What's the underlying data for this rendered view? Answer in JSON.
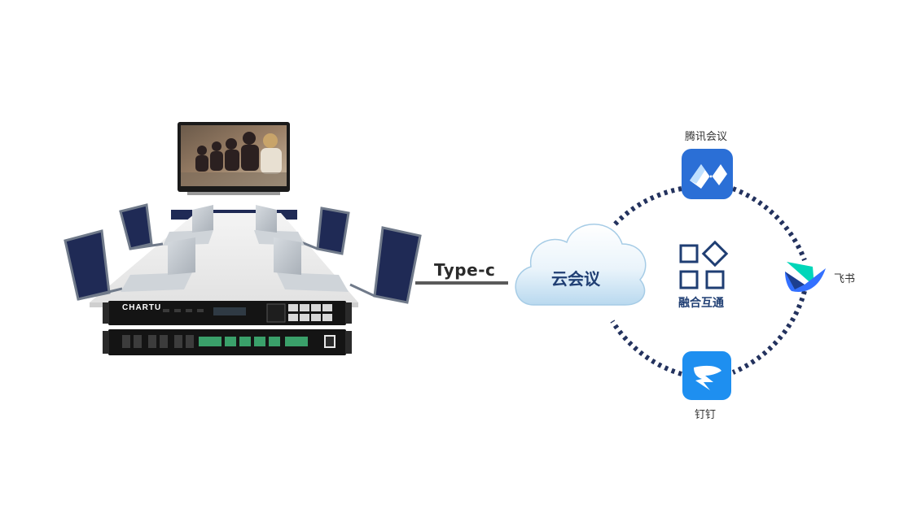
{
  "connection": {
    "label": "Type-c"
  },
  "cloud": {
    "label": "云会议"
  },
  "center": {
    "label": "融合互通"
  },
  "platforms": [
    {
      "name": "腾讯会议",
      "icon": "tencent-meeting-icon",
      "color": "#2b6fd6"
    },
    {
      "name": "飞书",
      "icon": "feishu-icon",
      "color": "#3370ff"
    },
    {
      "name": "钉钉",
      "icon": "dingtalk-icon",
      "color": "#1e8ff0"
    }
  ],
  "equipment": {
    "brand": "CHARTU"
  },
  "colors": {
    "navy": "#1f3e73",
    "dots": "#23325e"
  }
}
